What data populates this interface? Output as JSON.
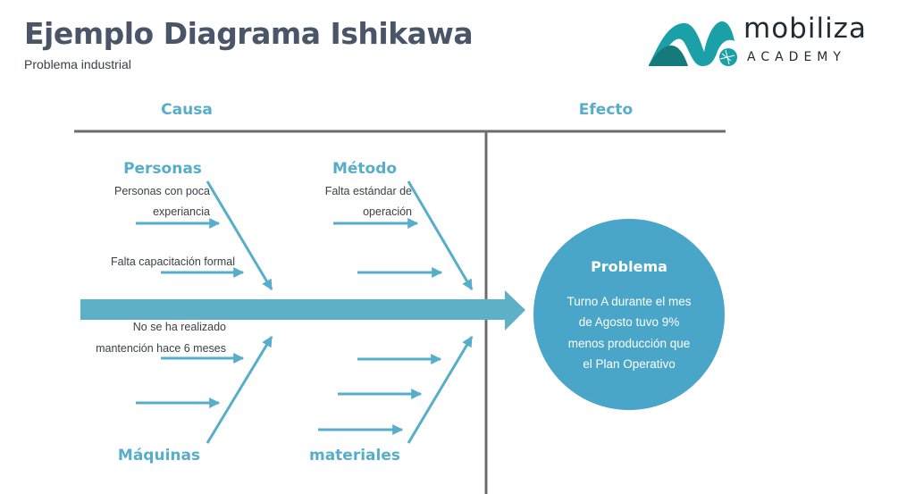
{
  "header": {
    "title": "Ejemplo Diagrama Ishikawa",
    "subtitle": "Problema industrial"
  },
  "logo": {
    "icon": "mobiliza-m-icon",
    "name": "mobiliza",
    "tagline": "ACADEMY",
    "colors": {
      "primary": "#1aa0a6",
      "dark": "#167a7c"
    }
  },
  "diagram": {
    "cause_heading": "Causa",
    "effect_heading": "Efecto",
    "categories": {
      "personas": {
        "label": "Personas",
        "causes": [
          "Personas con poca",
          "experiancia",
          "Falta capacitación formal"
        ]
      },
      "metodo": {
        "label": "Método",
        "causes": [
          "Falta estándar de",
          "operación"
        ]
      },
      "maquinas": {
        "label": "Máquinas",
        "causes": [
          "No se ha realizado",
          "mantención hace 6 meses"
        ]
      },
      "materiales": {
        "label": "materiales",
        "causes": []
      }
    },
    "problem": {
      "title": "Problema",
      "lines": [
        "Turno A durante el mes",
        "de Agosto tuvo 9%",
        "menos producción que",
        "el Plan Operativo"
      ]
    },
    "colors": {
      "accent": "#56aecb",
      "spine": "#5eb0c6",
      "circle": "#4aa6c8",
      "frame": "#6b6b6b",
      "text": "#3a3f47"
    }
  }
}
